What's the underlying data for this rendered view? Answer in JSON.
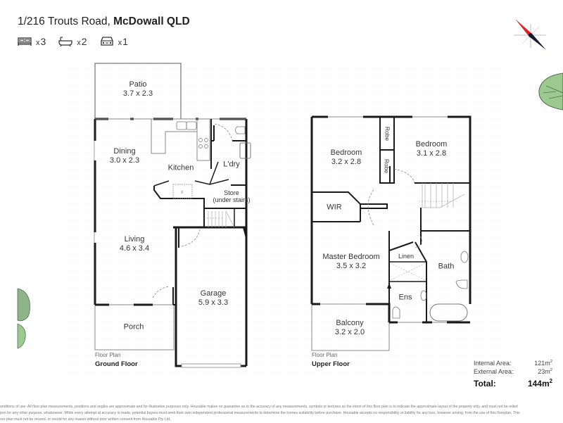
{
  "header": {
    "address_prefix": "1/216 Trouts Road, ",
    "address_suburb": "McDowall QLD"
  },
  "features": [
    {
      "icon": "bed-icon",
      "label": "x",
      "count": "3"
    },
    {
      "icon": "bath-icon",
      "label": "x",
      "count": "2"
    },
    {
      "icon": "car-icon",
      "label": "x",
      "count": "1"
    }
  ],
  "ground_floor": {
    "caption": "Floor Plan",
    "name": "Ground Floor",
    "rooms": [
      {
        "name": "Patio",
        "size": "3.7 x 2.3"
      },
      {
        "name": "Dining",
        "size": "3.0 x 2.3"
      },
      {
        "name": "Kitchen",
        "size": ""
      },
      {
        "name": "L'dry",
        "size": ""
      },
      {
        "name": "Store",
        "size": "(under stairs)"
      },
      {
        "name": "Living",
        "size": "4.6 x 3.4"
      },
      {
        "name": "Garage",
        "size": "5.9 x 3.3"
      },
      {
        "name": "Porch",
        "size": ""
      }
    ],
    "fridge_label": "F"
  },
  "upper_floor": {
    "caption": "Floor Plan",
    "name": "Upper Floor",
    "rooms": [
      {
        "name": "Bedroom",
        "size": "3.2 x 2.8"
      },
      {
        "name": "Bedroom",
        "size": "3.1 x 2.8"
      },
      {
        "name": "Robe",
        "size": ""
      },
      {
        "name": "Robe",
        "size": ""
      },
      {
        "name": "WIR",
        "size": ""
      },
      {
        "name": "Master Bedroom",
        "size": "3.5 x 3.2"
      },
      {
        "name": "Linen",
        "size": ""
      },
      {
        "name": "Bath",
        "size": ""
      },
      {
        "name": "Ens",
        "size": ""
      },
      {
        "name": "Balcony",
        "size": "3.2 x 2.0"
      }
    ]
  },
  "areas": {
    "internal_label": "Internal Area:",
    "internal_value": "121m",
    "external_label": "External Area:",
    "external_value": "23m",
    "total_label": "Total:",
    "total_value": "144m",
    "unit_sup": "2"
  },
  "disclaimer": {
    "line1": "onditions of use: All floor plan measurements, positions and angles are approximate and for illustrative purposes only. Housable makes no guarantee as to the accuracy of any measurements, symbols or textures as the intent of this floor plan is to indicate the approximate layout of the property only, and must not be relied",
    "line2": "pon for any other purpose, whatsoever. While every attempt at accuracy is made, potential buyers must seek their own independent professional measurements to determine the homes suitability before purchase. Housable accepts no responsibility or liability for any loss, however arising, from the use of this floorplan. This",
    "line3": "oor plan must not be reused, or resold for any reason without prior written consent from Housable Pty Ltd."
  },
  "colors": {
    "wall": "#1a1a1a",
    "outline": "#888888",
    "compass_north": "#e02020",
    "compass_south": "#1a1a2e",
    "tree": "#9cc98f"
  }
}
